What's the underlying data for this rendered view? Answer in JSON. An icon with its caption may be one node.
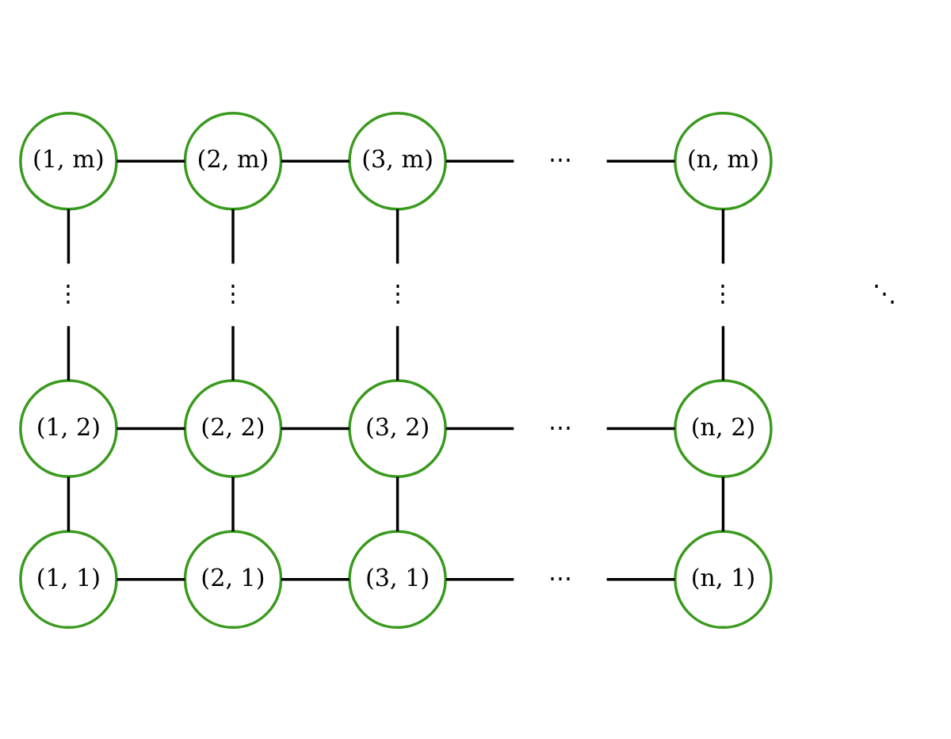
{
  "diagram": {
    "nodes": [
      {
        "text": [
          "(1, m)"
        ]
      },
      {
        "text": [
          "(2, m)"
        ]
      },
      {
        "text": [
          "(3, m)"
        ]
      },
      {
        "text": [
          "⋯"
        ]
      },
      {
        "text": [
          "(n, m)"
        ]
      },
      {
        "text": [
          "⋮"
        ]
      },
      {
        "text": [
          "⋮"
        ]
      },
      {
        "text": [
          "⋮"
        ]
      },
      {
        "text": [
          "⋮"
        ]
      },
      {
        "text": [
          "(1, 2)"
        ]
      },
      {
        "text": [
          "(2, 2)"
        ]
      },
      {
        "text": [
          "(3, 2)"
        ]
      },
      {
        "text": [
          "⋯"
        ]
      },
      {
        "text": [
          "(n, 2)"
        ]
      },
      {
        "text": [
          "(1, 1)"
        ]
      },
      {
        "text": [
          "(2, 1)"
        ]
      },
      {
        "text": [
          "(3, 1)"
        ]
      },
      {
        "text": [
          "⋯"
        ]
      },
      {
        "text": [
          "(n, 1)"
        ]
      }
    ],
    "edges": [
      {
        "from": 0,
        "to": 1,
        "arrow": "none"
      },
      {
        "from": 1,
        "to": 2,
        "arrow": "none"
      },
      {
        "from": 2,
        "to": 3,
        "arrow": "none"
      },
      {
        "from": 3,
        "to": 4,
        "arrow": "none"
      },
      {
        "from": 0,
        "to": 5,
        "arrow": "none"
      },
      {
        "from": 5,
        "to": 9,
        "arrow": "none"
      },
      {
        "from": 1,
        "to": 6,
        "arrow": "none"
      },
      {
        "from": 6,
        "to": 10,
        "arrow": "none"
      },
      {
        "from": 2,
        "to": 7,
        "arrow": "none"
      },
      {
        "from": 7,
        "to": 11,
        "arrow": "none"
      },
      {
        "from": 4,
        "to": 8,
        "arrow": "none"
      },
      {
        "from": 8,
        "to": 13,
        "arrow": "none"
      },
      {
        "from": 9,
        "to": 10,
        "arrow": "none"
      },
      {
        "from": 10,
        "to": 11,
        "arrow": "none"
      },
      {
        "from": 11,
        "to": 12,
        "arrow": "none"
      },
      {
        "from": 12,
        "to": 13,
        "arrow": "none"
      },
      {
        "from": 9,
        "to": 14,
        "arrow": "none"
      },
      {
        "from": 10,
        "to": 15,
        "arrow": "none"
      },
      {
        "from": 11,
        "to": 16,
        "arrow": "none"
      },
      {
        "from": 13,
        "to": 18,
        "arrow": "none"
      },
      {
        "from": 14,
        "to": 15,
        "arrow": "none"
      },
      {
        "from": 15,
        "to": 16,
        "arrow": "none"
      },
      {
        "from": 16,
        "to": 17,
        "arrow": "none"
      },
      {
        "from": 17,
        "to": 18,
        "arrow": "none"
      }
    ],
    "labels": [
      "⋱"
    ]
  }
}
